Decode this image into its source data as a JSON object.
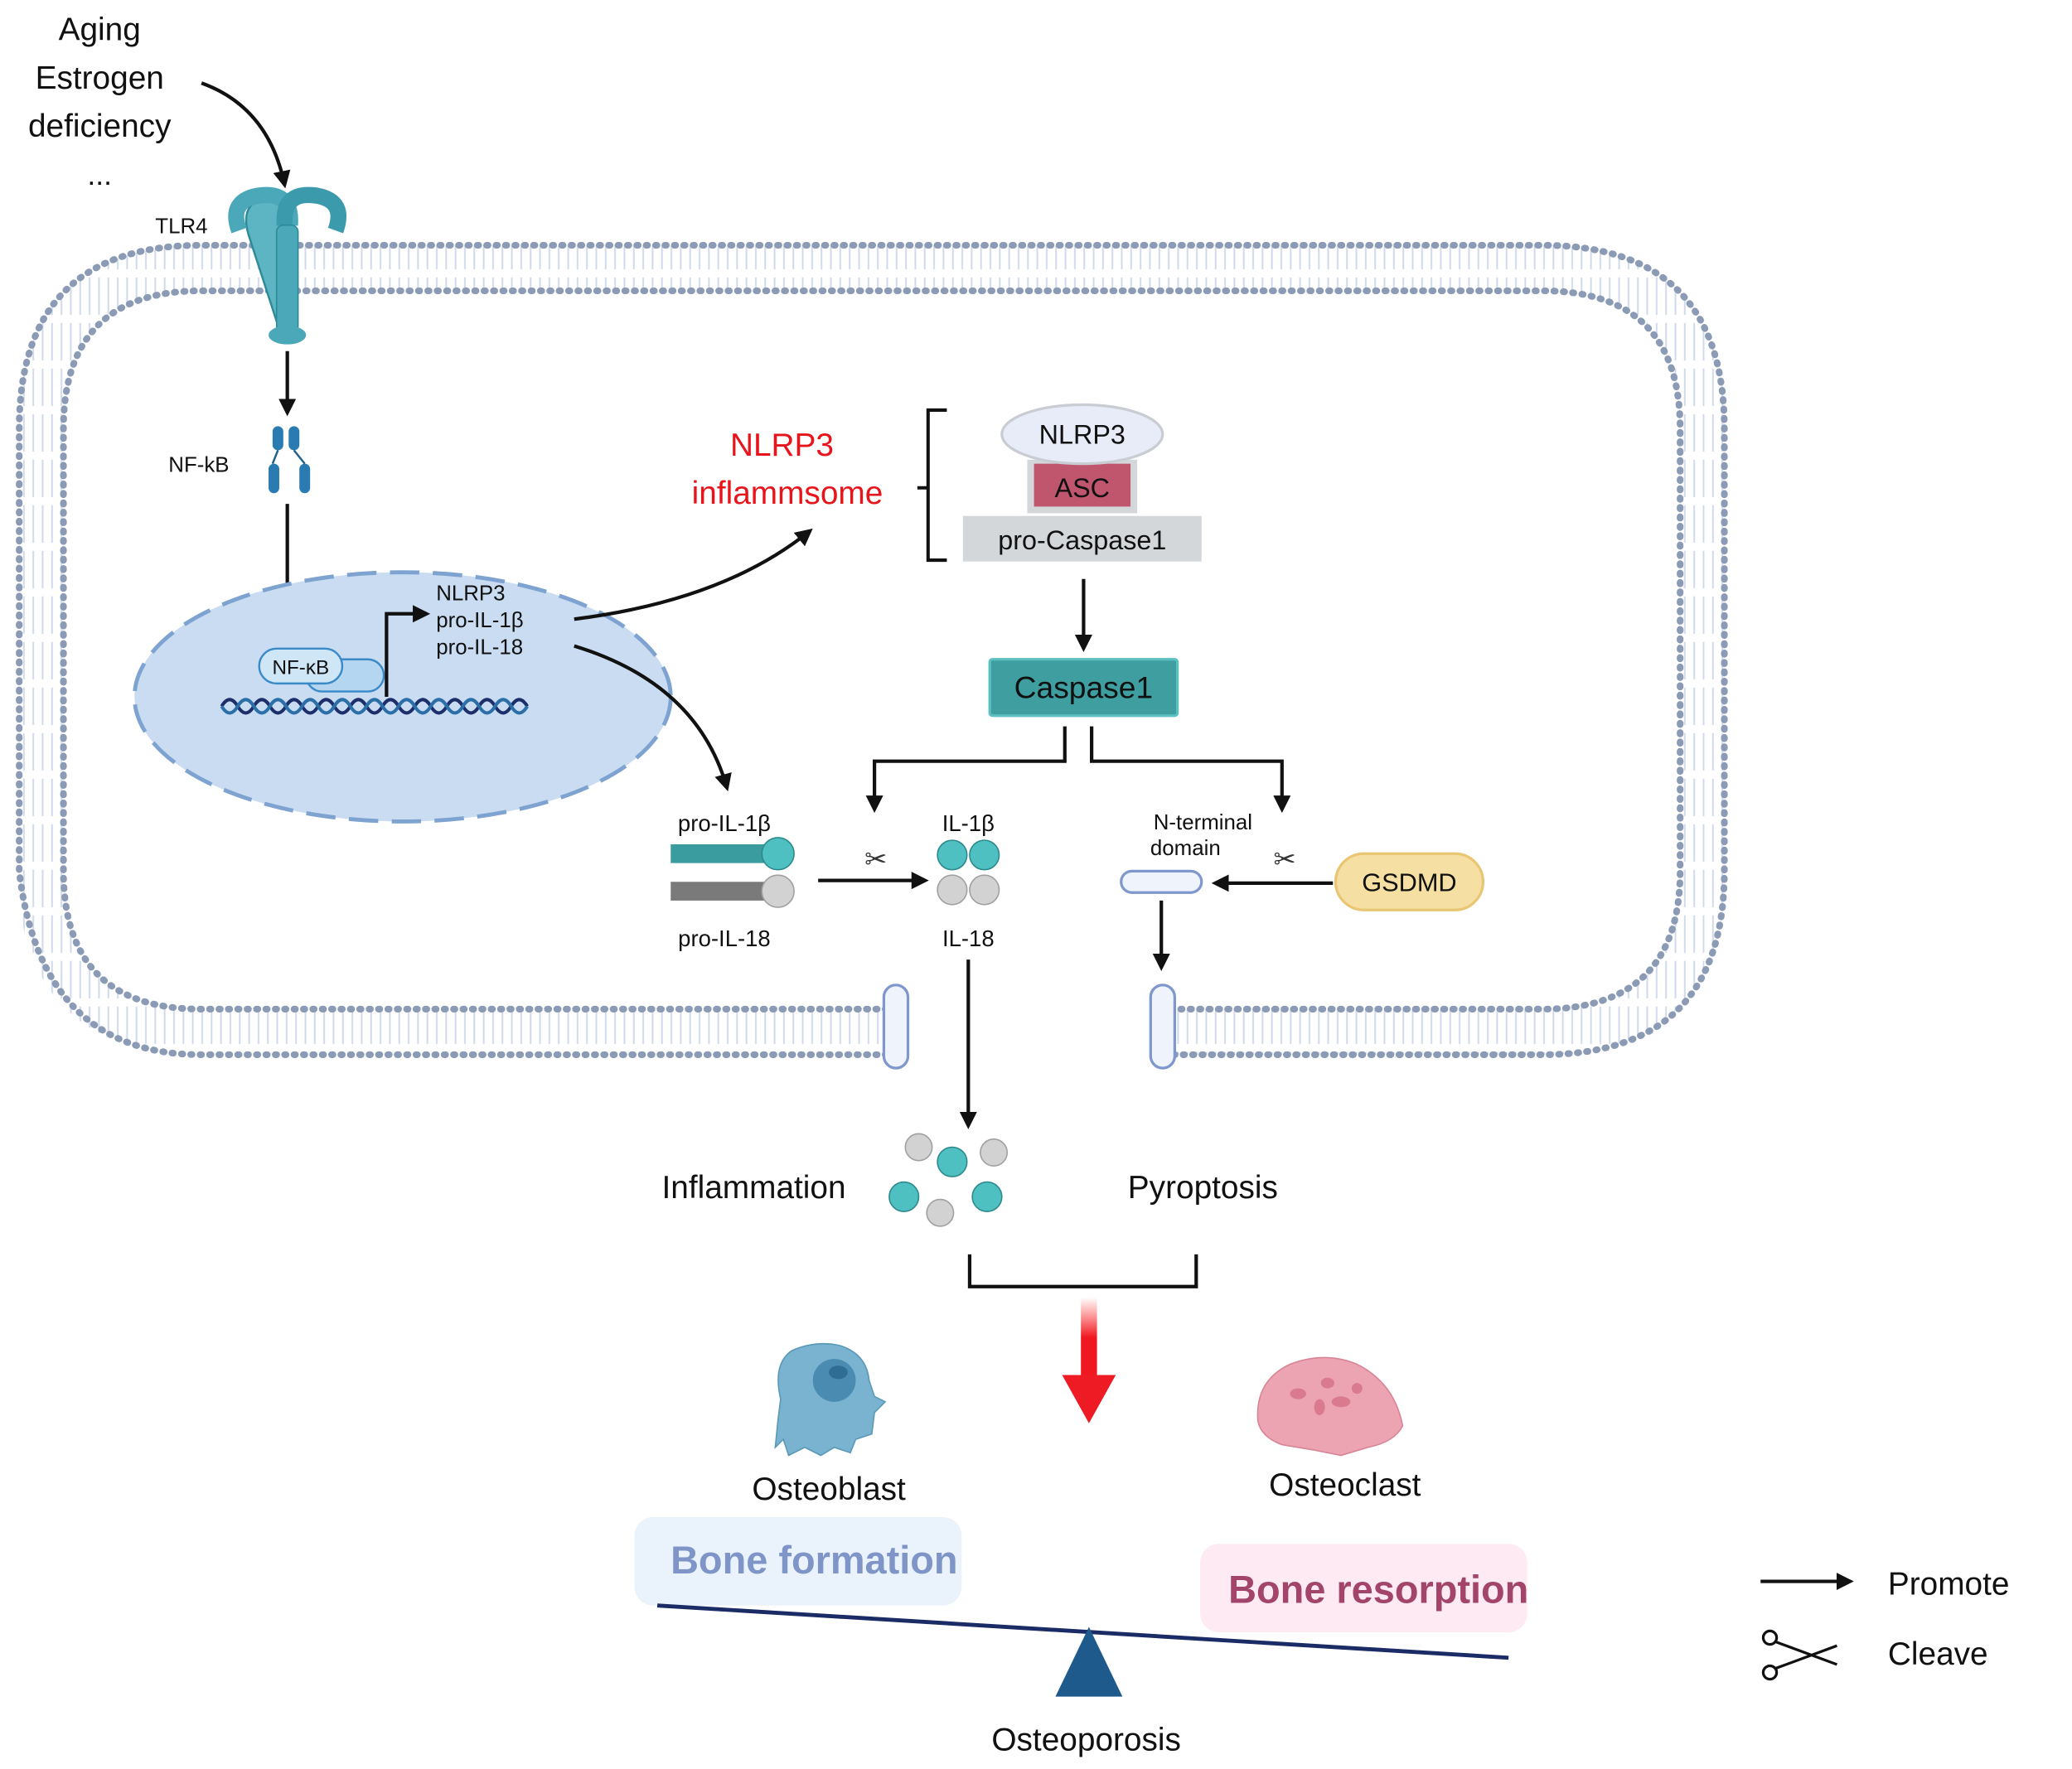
{
  "triggers": [
    "Aging",
    "Estrogen",
    "deficiency",
    "..."
  ],
  "receptor": {
    "label": "TLR4"
  },
  "cytoplasm": {
    "nfkb_label": "NF-kB"
  },
  "nucleus": {
    "nfkb_label": "NF-κB",
    "genes": [
      "NLRP3",
      "pro-IL-1β",
      "pro-IL-18"
    ]
  },
  "inflammasome": {
    "title_line1": "NLRP3",
    "title_line2": "inflammsome",
    "components": {
      "nlrp3": "NLRP3",
      "asc": "ASC",
      "pro_caspase": "pro-Caspase1"
    }
  },
  "caspase": {
    "label": "Caspase1"
  },
  "cytokines": {
    "pro_il1b": "pro-IL-1β",
    "pro_il18": "pro-IL-18",
    "il1b": "IL-1β",
    "il18": "IL-18"
  },
  "gsdmd": {
    "label": "GSDMD",
    "nterm_line1": "N-terminal",
    "nterm_line2": "domain"
  },
  "outcomes": {
    "inflammation": "Inflammation",
    "pyroptosis": "Pyroptosis"
  },
  "bone": {
    "osteoblast": "Osteoblast",
    "osteoclast": "Osteoclast",
    "formation": "Bone formation",
    "resorption": "Bone resorption",
    "result": "Osteoporosis"
  },
  "legend": [
    {
      "icon": "arrow-icon",
      "label": "Promote"
    },
    {
      "icon": "scissors-icon",
      "label": "Cleave"
    }
  ],
  "colors": {
    "teal": "#3fa7a9",
    "caspase": "#3e9ea0",
    "asc": "#c0566e",
    "red_title": "#e8141b",
    "nucleus_fill": "#c9dcf1",
    "membrane": "#8b9bb5",
    "gsdmd": "#f6dfa3",
    "formation_text": "#7f95c8",
    "resorption_text": "#a3446a"
  }
}
